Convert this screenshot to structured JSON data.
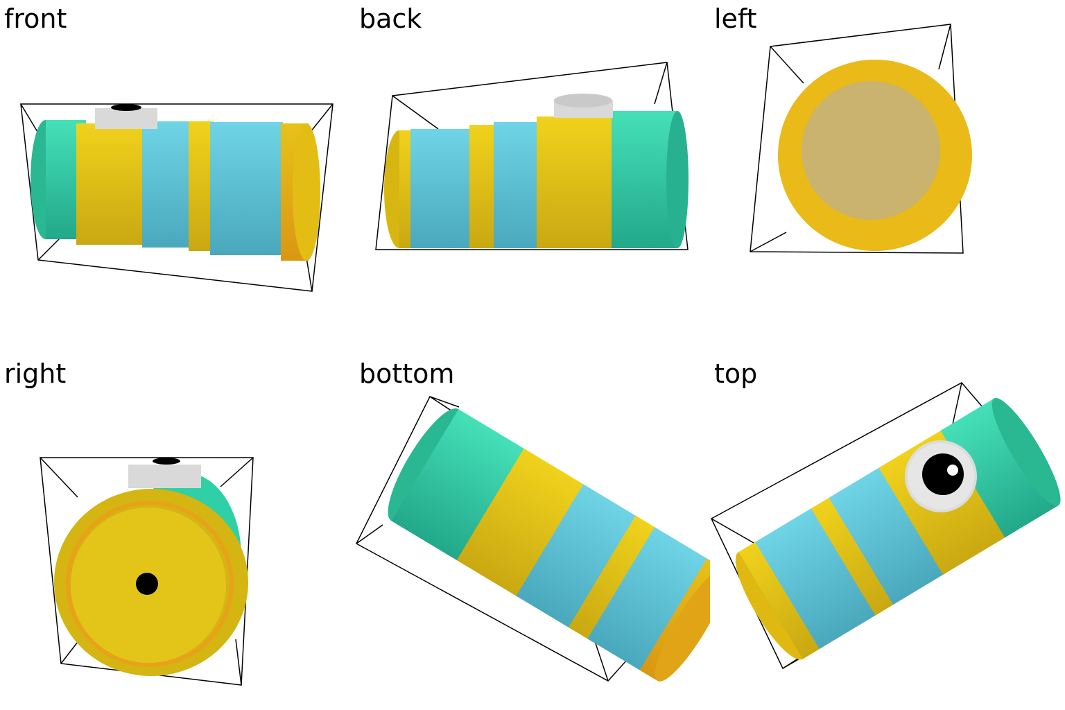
{
  "views": [
    {
      "label": "front"
    },
    {
      "label": "back"
    },
    {
      "label": "left"
    },
    {
      "label": "right"
    },
    {
      "label": "bottom"
    },
    {
      "label": "top"
    }
  ],
  "colors": {
    "teal": "#2fd0a6",
    "yellow": "#e3c51a",
    "light_blue": "#5cc8dc",
    "orange": "#e8a21a",
    "tan": "#c9b36e",
    "grey_cap": "#dcdcdc",
    "outline": "#000000"
  }
}
